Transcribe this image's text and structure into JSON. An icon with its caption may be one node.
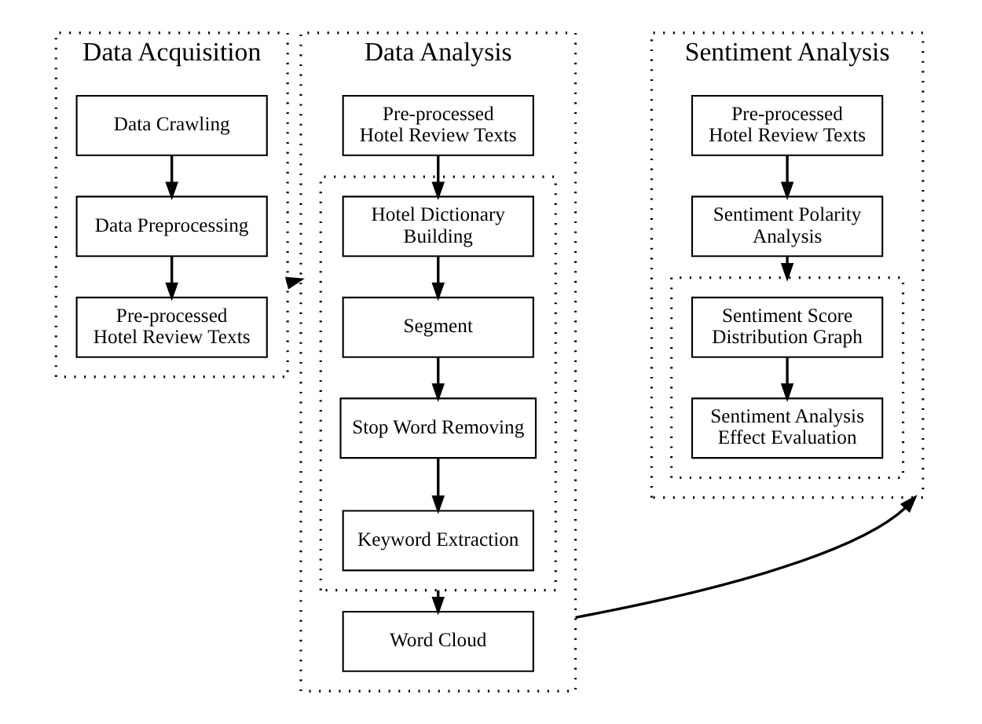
{
  "diagram": {
    "nodes": [
      {
        "text": [
          "Data Acquisition"
        ]
      },
      {
        "text": [
          "Data Crawling"
        ],
        "in": 0
      },
      {
        "text": [
          "Data Preprocessing"
        ],
        "in": 0
      },
      {
        "text": [
          "Pre-processed Hotel Review Texts"
        ],
        "in": 0
      },
      {
        "text": [
          "Data Analysis"
        ]
      },
      {
        "text": [
          "Pre-processed Hotel Review Texts"
        ],
        "in": 4
      },
      {
        "text": [],
        "shape": "box",
        "in": 4
      },
      {
        "text": [
          "Hotel Dictionary Building"
        ],
        "in": 6
      },
      {
        "text": [
          "Segment"
        ],
        "in": 6
      },
      {
        "text": [
          "Stop Word Removing"
        ],
        "in": 6
      },
      {
        "text": [
          "Keyword Extraction"
        ],
        "in": 6
      },
      {
        "text": [
          "Word Cloud"
        ],
        "in": 4
      },
      {
        "text": [
          "Sentiment Analysis"
        ]
      },
      {
        "text": [
          "Pre-processed Hotel Review Texts"
        ],
        "in": 12
      },
      {
        "text": [
          "Sentiment Polarity Analysis"
        ],
        "in": 12
      },
      {
        "text": [],
        "shape": "box",
        "in": 12
      },
      {
        "text": [
          "Sentiment Score Distribution Graph"
        ],
        "in": 15
      },
      {
        "text": [
          "Sentiment Analysis Effect Evaluation"
        ],
        "in": 15
      }
    ],
    "edges": [
      {
        "from": 1,
        "to": 2,
        "arrow": "to"
      },
      {
        "from": 2,
        "to": 3,
        "arrow": "to"
      },
      {
        "from": 0,
        "to": 4,
        "arrow": "to"
      },
      {
        "from": 5,
        "to": 7,
        "arrow": "to"
      },
      {
        "from": 7,
        "to": 8,
        "arrow": "to"
      },
      {
        "from": 8,
        "to": 9,
        "arrow": "to"
      },
      {
        "from": 9,
        "to": 10,
        "arrow": "to"
      },
      {
        "from": 6,
        "to": 11,
        "arrow": "to"
      },
      {
        "from": 4,
        "to": 12,
        "arrow": "to"
      },
      {
        "from": 13,
        "to": 14,
        "arrow": "to"
      },
      {
        "from": 14,
        "to": 15,
        "arrow": "to"
      },
      {
        "from": 16,
        "to": 17,
        "arrow": "to"
      }
    ]
  }
}
